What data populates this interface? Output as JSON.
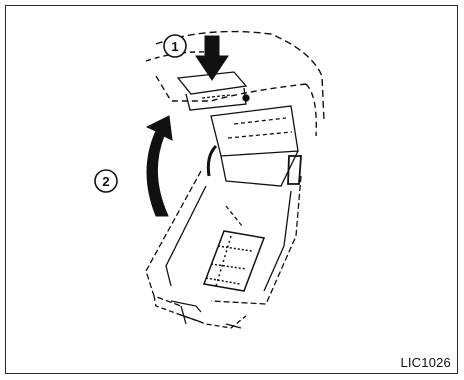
{
  "figure": {
    "code": "LIC1026",
    "steps": [
      {
        "number": "1",
        "action": "press-down"
      },
      {
        "number": "2",
        "action": "lift-open"
      }
    ],
    "subject": "console-lid",
    "colors": {
      "line": "#111111",
      "border": "#2a2a2a",
      "background": "#ffffff"
    }
  }
}
